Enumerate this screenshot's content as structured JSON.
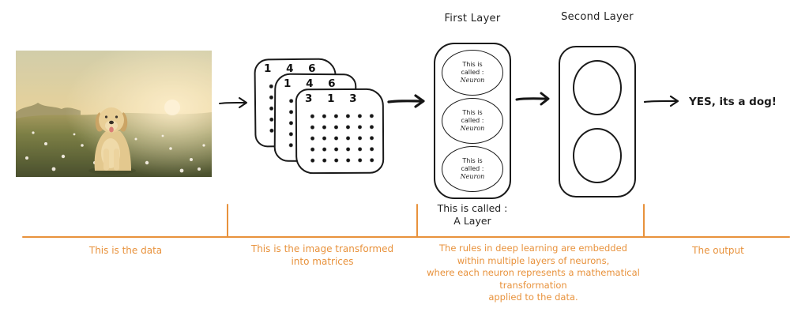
{
  "colors": {
    "accent": "#E8923C",
    "ink": "#1c1c1c"
  },
  "photo": {
    "alt": "Golden retriever dog sitting in a sunny meadow at sunset"
  },
  "matrices": {
    "card1_digits": "1 4 6",
    "card2_digits": "1 4 6",
    "card3_digits": "3 1 3"
  },
  "layers": {
    "first_label": "First Layer",
    "second_label": "Second Layer",
    "layer_caption": "This is called :\nA Layer",
    "neuron": {
      "line1": "This is",
      "line2": "called :",
      "name": "Neuron"
    }
  },
  "output": {
    "text": "YES, its a dog!"
  },
  "annotations": {
    "data": "This is the data",
    "matrices": "This is the image transformed\ninto matrices",
    "rules": "The rules in deep learning are embedded\nwithin multiple layers of neurons,\nwhere each neuron represents a mathematical\ntransformation\napplied to the data.",
    "output": "The output"
  }
}
